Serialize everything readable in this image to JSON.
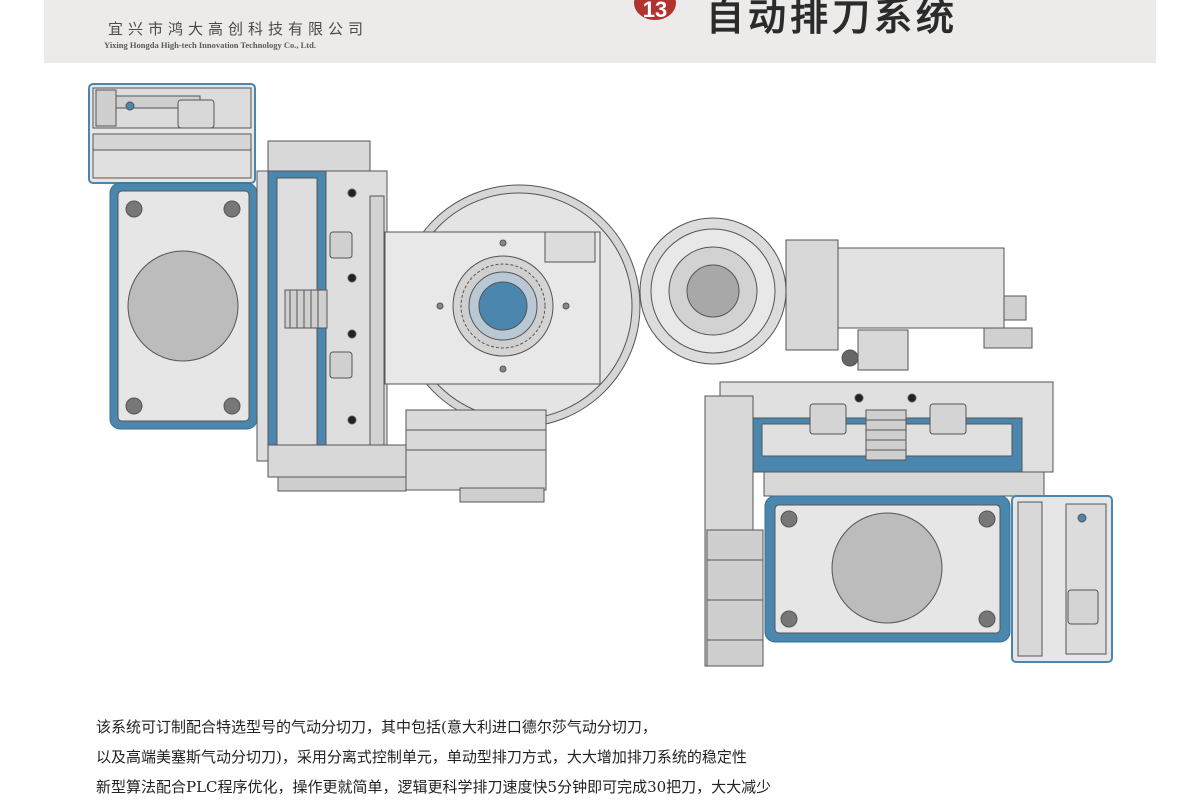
{
  "header": {
    "company_cn": "宜兴市鸿大高创科技有限公司",
    "company_en": "Yixing Hongda High-tech Innovation Technology Co., Ltd.",
    "section_number": "13",
    "title": "自动排刀系统"
  },
  "description": {
    "lines": [
      "该系统可订制配合特选型号的气动分切刀，其中包括(意大利进口德尔莎气动分切刀，",
      "以及高端美塞斯气动分切刀)，采用分离式控制单元，单动型排刀方式，大大增加排刀系统的稳定性",
      "新型算法配合PLC程序优化，操作更就简单，逻辑更科学排刀速度快5分钟即可完成30把刀，大大减少"
    ]
  },
  "colors": {
    "accent_blue": "#4a86ad",
    "metal_light": "#e4e4e4",
    "metal_mid": "#cfcfcf",
    "outline": "#555555",
    "badge_red": "#b1332f"
  }
}
